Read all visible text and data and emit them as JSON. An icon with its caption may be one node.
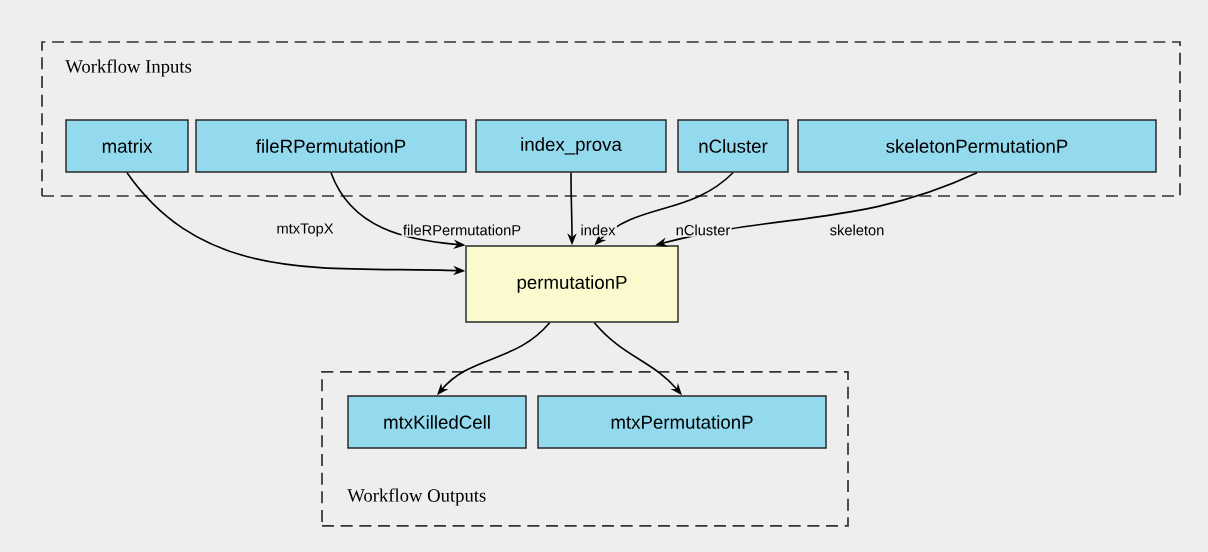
{
  "diagram": {
    "nodes": [
      {
        "text": [
          "Workflow Inputs"
        ]
      },
      {
        "text": [
          "matrix"
        ],
        "in": 0
      },
      {
        "text": [
          "fileRPermutationP"
        ],
        "in": 0
      },
      {
        "text": [
          "index_prova"
        ],
        "in": 0
      },
      {
        "text": [
          "nCluster"
        ],
        "in": 0
      },
      {
        "text": [
          "skeletonPermutationP"
        ],
        "in": 0
      },
      {
        "text": [
          "permutationP"
        ]
      },
      {
        "text": [
          "Workflow Outputs"
        ]
      },
      {
        "text": [
          "mtxKilledCell"
        ],
        "in": 7
      },
      {
        "text": [
          "mtxPermutationP"
        ],
        "in": 7
      }
    ],
    "edges": [
      {
        "from": 1,
        "to": 6,
        "arrow": "to",
        "label": "mtxTopX"
      },
      {
        "from": 2,
        "to": 6,
        "arrow": "to",
        "label": "fileRPermutationP"
      },
      {
        "from": 3,
        "to": 6,
        "arrow": "to",
        "label": "index"
      },
      {
        "from": 4,
        "to": 6,
        "arrow": "to",
        "label": "nCluster"
      },
      {
        "from": 5,
        "to": 6,
        "arrow": "to",
        "label": "skeleton"
      },
      {
        "from": 6,
        "to": 8,
        "arrow": "to"
      },
      {
        "from": 6,
        "to": 9,
        "arrow": "to"
      }
    ]
  }
}
